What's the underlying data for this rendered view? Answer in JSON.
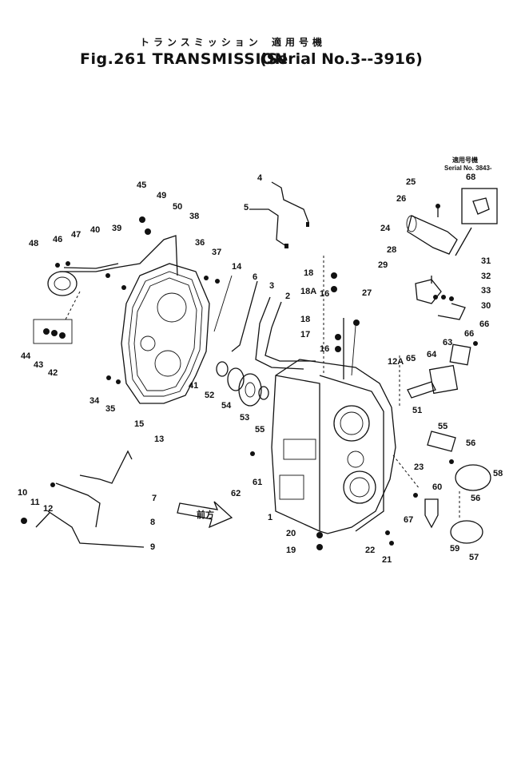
{
  "header": {
    "title_jp": "トランスミッション",
    "serial_jp": "適用号機",
    "figure_title": "Fig.261 TRANSMISSION",
    "serial_range": "(Serial No.3--3916)"
  },
  "inset": {
    "note_jp": "適用号機",
    "note_serial": "Serial No. 3843-"
  },
  "front_arrow_text": "前方",
  "part_callouts": [
    "1",
    "2",
    "3",
    "4",
    "5",
    "6",
    "7",
    "8",
    "9",
    "10",
    "11",
    "12",
    "12A",
    "13",
    "14",
    "15",
    "16",
    "16",
    "17",
    "18",
    "18",
    "18A",
    "19",
    "20",
    "21",
    "22",
    "23",
    "24",
    "25",
    "26",
    "27",
    "28",
    "29",
    "30",
    "31",
    "32",
    "33",
    "34",
    "35",
    "36",
    "37",
    "38",
    "39",
    "40",
    "41",
    "42",
    "43",
    "44",
    "45",
    "46",
    "47",
    "48",
    "49",
    "50",
    "51",
    "52",
    "53",
    "54",
    "55",
    "55",
    "56",
    "56",
    "57",
    "58",
    "59",
    "60",
    "61",
    "62",
    "63",
    "64",
    "65",
    "66",
    "66",
    "67",
    "68"
  ]
}
